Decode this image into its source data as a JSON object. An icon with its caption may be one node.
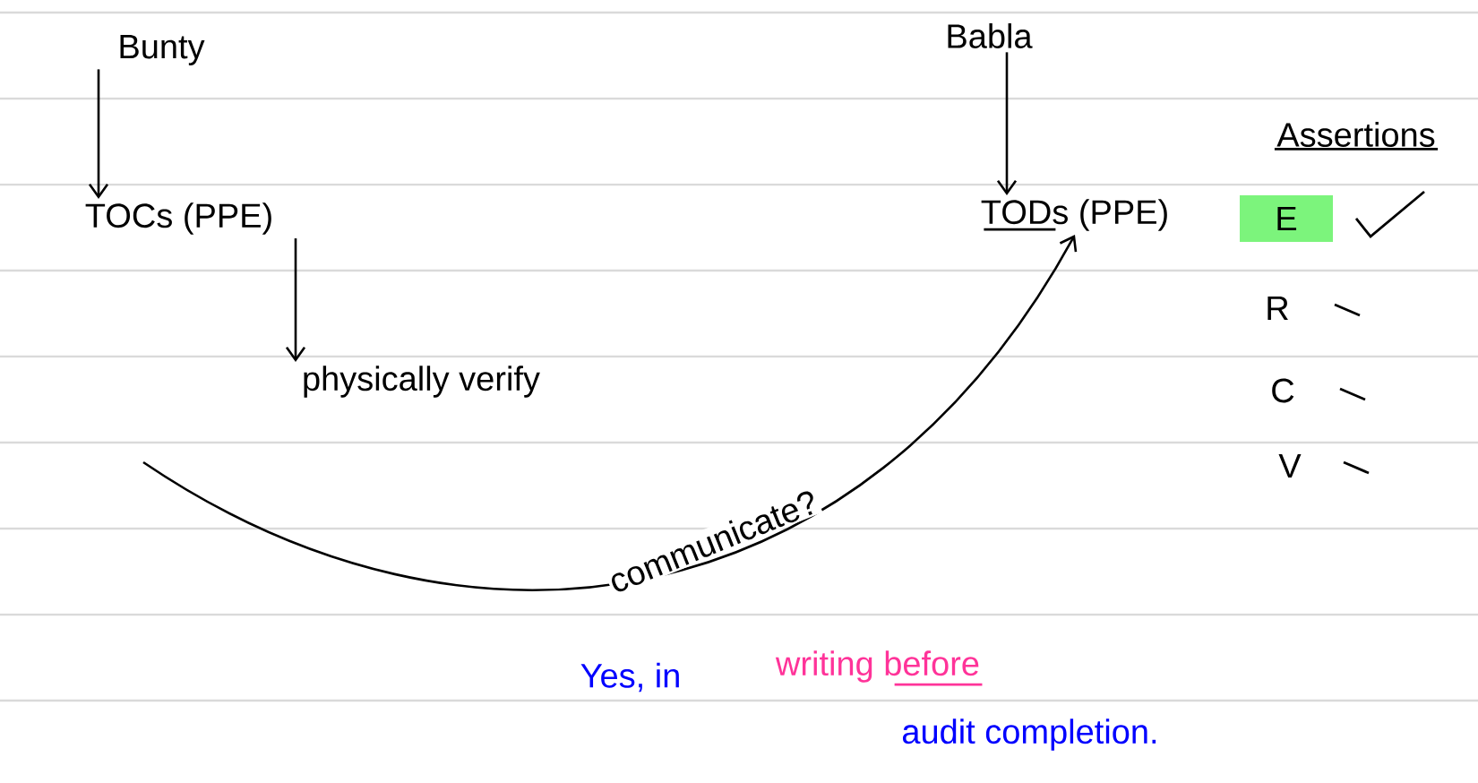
{
  "diagram": {
    "nodes": [
      {
        "text": [
          "Bunty"
        ]
      },
      {
        "text": [
          "TOCs (PPE)"
        ]
      },
      {
        "text": [
          "physically verify"
        ]
      },
      {
        "text": [
          "Babla"
        ]
      },
      {
        "text": [
          "TODs (PPE)"
        ]
      }
    ],
    "edges": [
      {
        "from": 0,
        "to": 1,
        "arrow": "to"
      },
      {
        "from": 1,
        "to": 2,
        "arrow": "to"
      },
      {
        "from": 3,
        "to": 4,
        "arrow": "to"
      },
      {
        "from": null,
        "to": 4,
        "arrow": "to",
        "label": "communicate?"
      }
    ],
    "labels": [
      "Assertions",
      "E",
      "R",
      "C",
      "V",
      "Yes, in",
      "writing before",
      "audit completion."
    ]
  }
}
